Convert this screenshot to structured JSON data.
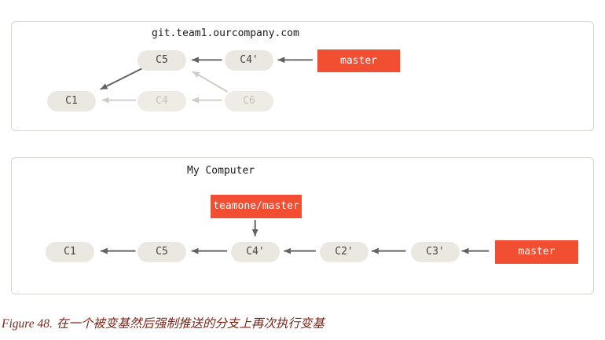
{
  "colors": {
    "accent_orange": "#f14e32",
    "node_fill": "#ebe8e1",
    "node_text": "#474640",
    "faded_node_text": "#c6c2b8",
    "arrow": "#636363",
    "arrow_faded": "#cfccc5",
    "panel_border": "#d7d5d0",
    "caption_text": "#7a2518"
  },
  "server_panel": {
    "title": "git.team1.ourcompany.com",
    "branch_label": "master",
    "nodes": {
      "c1": "C1",
      "c5": "C5",
      "c4p": "C4'",
      "c4": "C4",
      "c6": "C6"
    }
  },
  "local_panel": {
    "title": "My Computer",
    "remote_branch_label": "teamone/master",
    "branch_label": "master",
    "nodes": {
      "c1": "C1",
      "c5": "C5",
      "c4p": "C4'",
      "c2p": "C2'",
      "c3p": "C3'"
    }
  },
  "caption": {
    "prefix": "Figure 48.",
    "text": "在一个被变基然后强制推送的分支上再次执行变基"
  }
}
